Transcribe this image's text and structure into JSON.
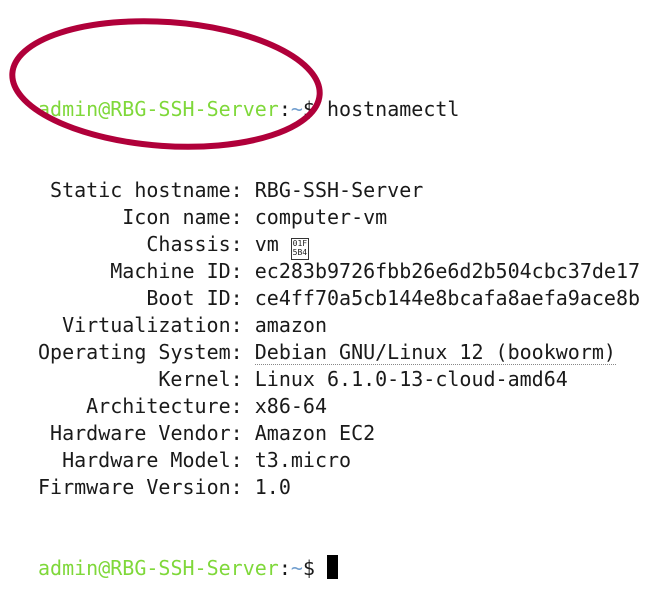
{
  "prompt": {
    "user_host": "admin@RBG-SSH-Server",
    "separator": ":",
    "path": "~",
    "symbol": "$"
  },
  "command": "hostnamectl",
  "fields": [
    {
      "label": "Static hostname:",
      "value": "RBG-SSH-Server"
    },
    {
      "label": "Icon name:",
      "value": "computer-vm"
    },
    {
      "label": "Chassis:",
      "value": "vm",
      "glyph": "01F5B4"
    },
    {
      "label": "Machine ID:",
      "value": "ec283b9726fbb26e6d2b504cbc37de17"
    },
    {
      "label": "Boot ID:",
      "value": "ce4ff70a5cb144e8bcafa8aefa9ace8b"
    },
    {
      "label": "Virtualization:",
      "value": "amazon"
    },
    {
      "label": "Operating System:",
      "value": "Debian GNU/Linux 12 (bookworm)"
    },
    {
      "label": "Kernel:",
      "value": "Linux 6.1.0-13-cloud-amd64"
    },
    {
      "label": "Architecture:",
      "value": "x86-64"
    },
    {
      "label": "Hardware Vendor:",
      "value": "Amazon EC2"
    },
    {
      "label": "Hardware Model:",
      "value": "t3.micro"
    },
    {
      "label": "Firmware Version:",
      "value": "1.0"
    }
  ],
  "colors": {
    "prompt_user": "#7fd83a",
    "prompt_path": "#729fcf",
    "annotation_ellipse": "#b0003a"
  }
}
